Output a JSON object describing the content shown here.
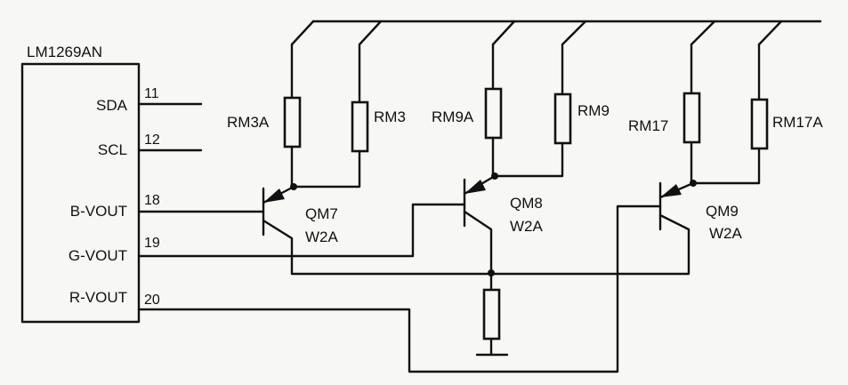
{
  "ic": {
    "title": "LM1269AN",
    "pins": [
      {
        "name": "SDA",
        "number": "11"
      },
      {
        "name": "SCL",
        "number": "12"
      },
      {
        "name": "B-VOUT",
        "number": "18"
      },
      {
        "name": "G-VOUT",
        "number": "19"
      },
      {
        "name": "R-VOUT",
        "number": "20"
      }
    ]
  },
  "resistors": {
    "rm3a": "RM3A",
    "rm3": "RM3",
    "rm9a": "RM9A",
    "rm9": "RM9",
    "rm17": "RM17",
    "rm17a": "RM17A"
  },
  "transistors": {
    "qm7": {
      "name": "QM7",
      "type": "W2A"
    },
    "qm8": {
      "name": "QM8",
      "type": "W2A"
    },
    "qm9": {
      "name": "QM9",
      "type": "W2A"
    }
  }
}
